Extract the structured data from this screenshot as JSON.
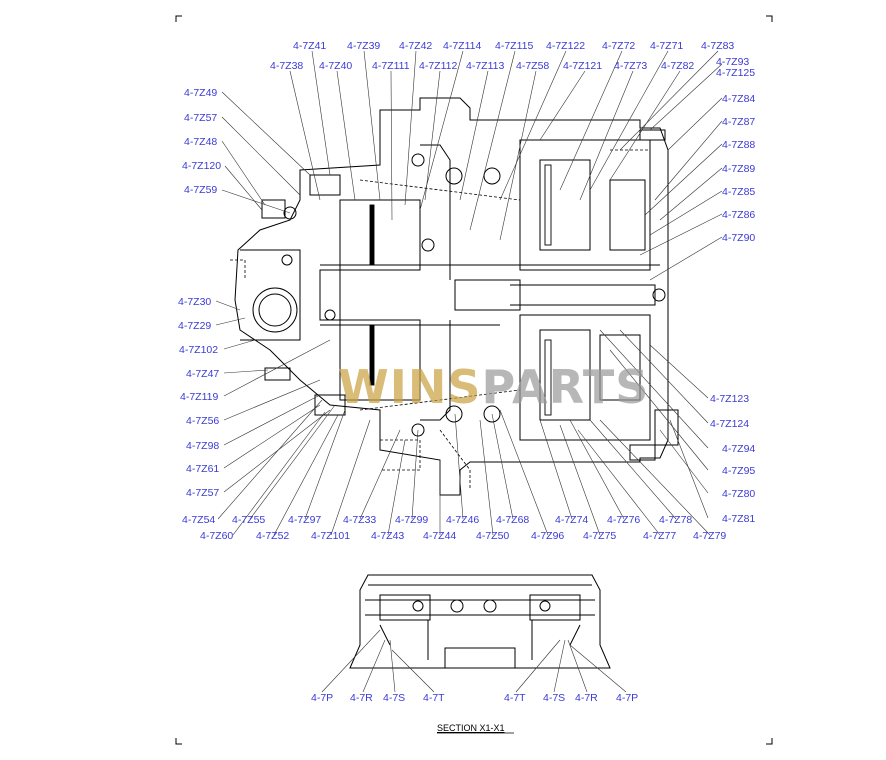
{
  "watermark": {
    "part1": "WINS",
    "part2": "PARTS"
  },
  "section_title": "SECTION X1-X1",
  "colors": {
    "label": "#3b3bd6",
    "line": "#000000",
    "watermark": "#c8a040"
  },
  "labels_top_row1": [
    "4-7Z41",
    "4-7Z39",
    "4-7Z42",
    "4-7Z114",
    "4-7Z115",
    "4-7Z122",
    "4-7Z72",
    "4-7Z71",
    "4-7Z83"
  ],
  "labels_top_row2": [
    "4-7Z38",
    "4-7Z40",
    "4-7Z111",
    "4-7Z112",
    "4-7Z113",
    "4-7Z58",
    "4-7Z121",
    "4-7Z73",
    "4-7Z82"
  ],
  "labels_right": [
    "4-7Z93",
    "4-7Z125",
    "4-7Z84",
    "4-7Z87",
    "4-7Z88",
    "4-7Z89",
    "4-7Z85",
    "4-7Z86",
    "4-7Z90"
  ],
  "labels_left": [
    "4-7Z49",
    "4-7Z57",
    "4-7Z48",
    "4-7Z120",
    "4-7Z59",
    "4-7Z30",
    "4-7Z29",
    "4-7Z102",
    "4-7Z47",
    "4-7Z119",
    "4-7Z56",
    "4-7Z98",
    "4-7Z61",
    "4-7Z57",
    "4-7Z54",
    "4-7Z60"
  ],
  "labels_right_lower": [
    "4-7Z123",
    "4-7Z124",
    "4-7Z94",
    "4-7Z95",
    "4-7Z80",
    "4-7Z81"
  ],
  "labels_bottom_row1": [
    "4-7Z55",
    "4-7Z97",
    "4-7Z33",
    "4-7Z99",
    "4-7Z46",
    "4-7Z68",
    "4-7Z74",
    "4-7Z76",
    "4-7Z78"
  ],
  "labels_bottom_row2": [
    "4-7Z52",
    "4-7Z101",
    "4-7Z43",
    "4-7Z44",
    "4-7Z50",
    "4-7Z96",
    "4-7Z75",
    "4-7Z77",
    "4-7Z79"
  ],
  "labels_section": [
    "4-7P",
    "4-7R",
    "4-7S",
    "4-7T",
    "4-7T",
    "4-7S",
    "4-7R",
    "4-7P"
  ]
}
